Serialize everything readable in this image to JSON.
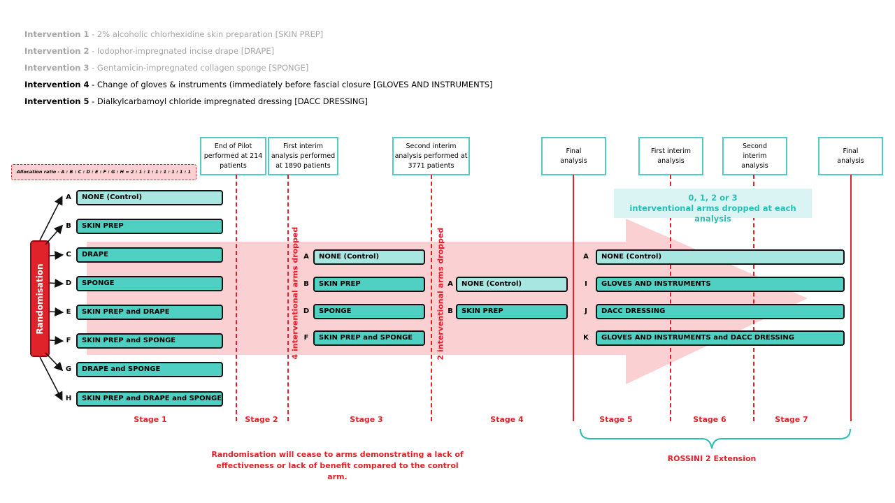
{
  "interventions": [
    {
      "label": "Intervention 1",
      "text": " - 2% alcoholic chlorhexidine skin preparation [SKIN PREP]",
      "muted": true
    },
    {
      "label": "Intervention 2",
      "text": " - Iodophor-impregnated incise drape [DRAPE]",
      "muted": true
    },
    {
      "label": "Intervention 3",
      "text": " - Gentamicin-impregnated collagen sponge [SPONGE]",
      "muted": true
    },
    {
      "label": "Intervention 4",
      "text": " - Change of gloves & instruments (immediately before fascial closure [GLOVES AND INSTRUMENTS]",
      "muted": false
    },
    {
      "label": "Intervention 5",
      "text": " - Dialkylcarbamoyl chloride impregnated dressing [DACC DRESSING]",
      "muted": false
    }
  ],
  "allocation_ratio": "Allocation ratio - A : B : C : D : E : F : G : H = 2 : 1 : 1 : 1 : 1 : 1 : 1 : 1",
  "randomisation": "Randomisation",
  "headers": {
    "pilot": "End of Pilot performed at 214 patients",
    "interim1": "First interim analysis performed at 1890 patients",
    "interim2": "Second interim analysis performed at 3771 patients",
    "final": "Final analysis",
    "ext_interim1": "First interim analysis",
    "ext_interim2": "Second interim analysis",
    "ext_final": "Final analysis"
  },
  "stage1_arms": [
    {
      "letter": "A",
      "label": "NONE (Control)",
      "control": true
    },
    {
      "letter": "B",
      "label": "SKIN PREP",
      "control": false
    },
    {
      "letter": "C",
      "label": "DRAPE",
      "control": false
    },
    {
      "letter": "D",
      "label": "SPONGE",
      "control": false
    },
    {
      "letter": "E",
      "label": "SKIN PREP and DRAPE",
      "control": false
    },
    {
      "letter": "F",
      "label": "SKIN PREP and SPONGE",
      "control": false
    },
    {
      "letter": "G",
      "label": "DRAPE and SPONGE",
      "control": false
    },
    {
      "letter": "H",
      "label": "SKIN PREP and DRAPE and SPONGE",
      "control": false
    }
  ],
  "stage3_arms": [
    {
      "letter": "A",
      "label": "NONE (Control)",
      "control": true
    },
    {
      "letter": "B",
      "label": "SKIN PREP",
      "control": false
    },
    {
      "letter": "D",
      "label": "SPONGE",
      "control": false
    },
    {
      "letter": "F",
      "label": "SKIN PREP and SPONGE",
      "control": false
    }
  ],
  "stage4_arms": [
    {
      "letter": "A",
      "label": "NONE (Control)",
      "control": true
    },
    {
      "letter": "B",
      "label": "SKIN PREP",
      "control": false
    }
  ],
  "stage5_arms": [
    {
      "letter": "A",
      "label": "NONE (Control)",
      "control": true
    },
    {
      "letter": "I",
      "label": "GLOVES AND INSTRUMENTS",
      "control": false
    },
    {
      "letter": "J",
      "label": "DACC DRESSING",
      "control": false
    },
    {
      "letter": "K",
      "label": "GLOVES AND INSTRUMENTS and DACC DRESSING",
      "control": false
    }
  ],
  "dropped": {
    "first": "4 interventional arms dropped",
    "second": "2 interventional arms dropped"
  },
  "extension_note": {
    "line1": "0, 1, 2 or 3",
    "line2": "interventional arms dropped at each analysis"
  },
  "stages": [
    "Stage 1",
    "Stage 2",
    "Stage 3",
    "Stage 4",
    "Stage 5",
    "Stage 6",
    "Stage 7"
  ],
  "footnote": {
    "line1": "Randomisation will cease to arms demonstrating a lack of",
    "line2": "effectiveness or lack of benefit compared to the control arm."
  },
  "extension_label": "ROSSINI 2 Extension",
  "colors": {
    "red": "#e0222a",
    "teal": "#4fd0c3",
    "teal_light": "#a8e7e1",
    "arrow": "#fbd0d3",
    "header_border": "#52cbc6"
  }
}
